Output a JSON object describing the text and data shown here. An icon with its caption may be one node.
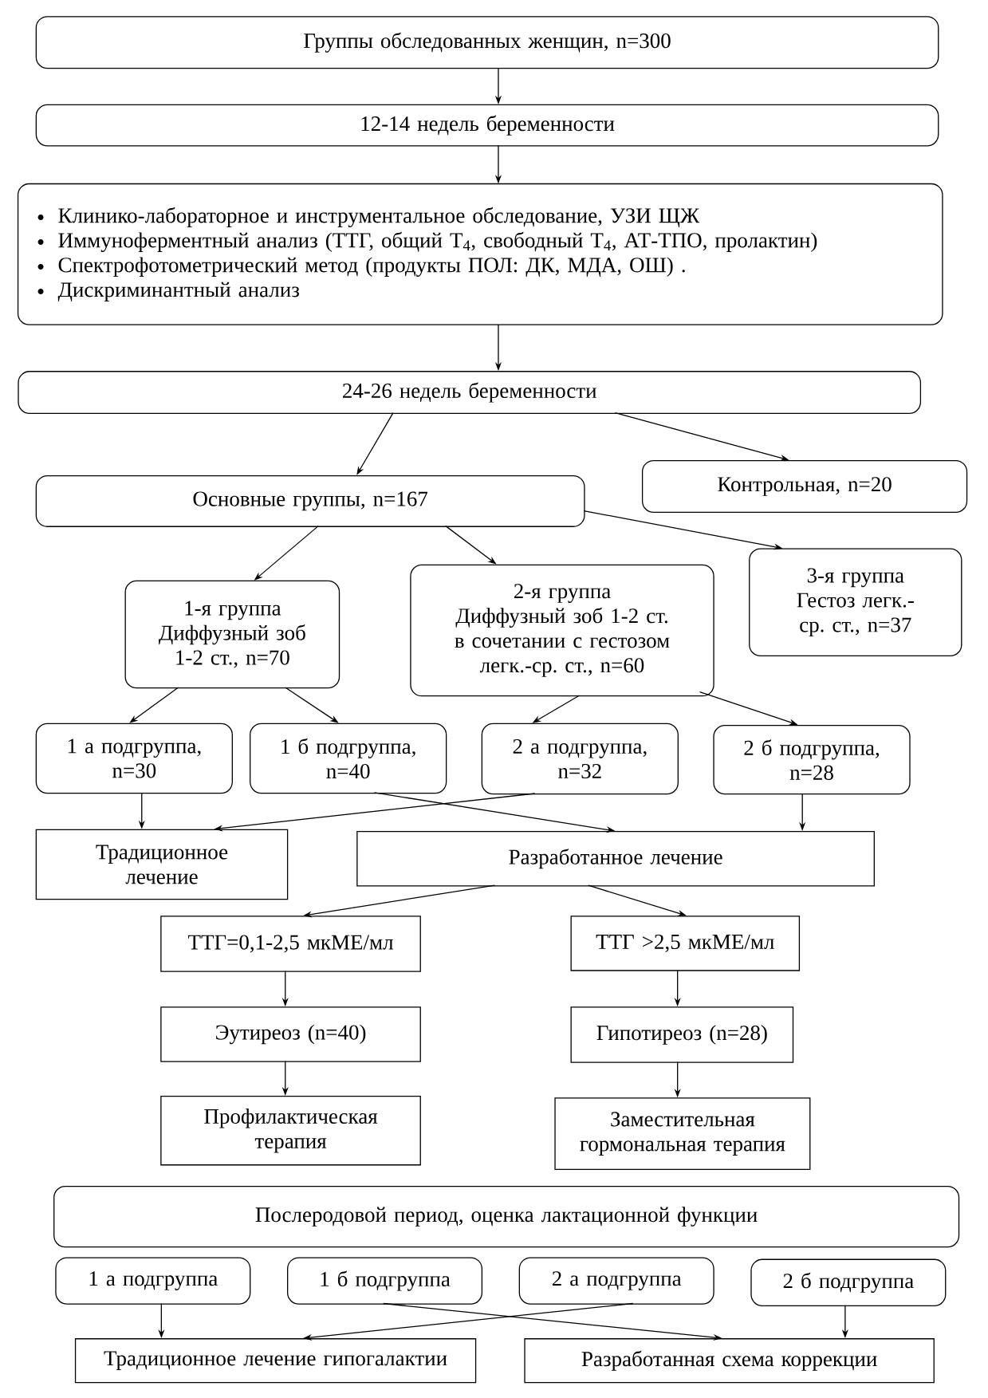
{
  "diagram": {
    "nodes": [
      {
        "text": [
          "Группы обследованных женщин, n=300"
        ]
      },
      {
        "text": [
          "12-14 недель беременности"
        ]
      },
      {
        "text": [
          "Клинико-лабораторное и инструментальное обследование, УЗИ ЩЖ",
          "Иммуноферментный анализ (ТТГ, общий Т$_{4}$, свободный Т$_{4}$, АТ-ТПО, пролактин)",
          "Спектрофотометрический метод (продукты ПОЛ: ДК, МДА, ОШ) .",
          "Дискриминантный анализ"
        ]
      },
      {
        "text": [
          "24-26 недель беременности"
        ]
      },
      {
        "text": [
          "Основные группы, n=167"
        ]
      },
      {
        "text": [
          "Контрольная, n=20"
        ]
      },
      {
        "text": [
          "1-я группа",
          "Диффузный зоб 1-2 ст., n=70"
        ]
      },
      {
        "text": [
          "2-я группа",
          "Диффузный зоб 1-2 ст. в сочетании с гестозом легк.-ср. ст., n=60"
        ]
      },
      {
        "text": [
          "3-я группа",
          "Гестоз легк.-ср. ст., n=37"
        ]
      },
      {
        "text": [
          "1 а подгруппа, n=30"
        ]
      },
      {
        "text": [
          "1 б подгруппа, n=40"
        ]
      },
      {
        "text": [
          "2 а подгруппа, n=32"
        ]
      },
      {
        "text": [
          "2 б подгруппа, n=28"
        ]
      },
      {
        "text": [
          "Традиционное лечение"
        ]
      },
      {
        "text": [
          "Разработанное лечение"
        ]
      },
      {
        "text": [
          "ТТГ=0,1-2,5 мкМЕ/мл"
        ]
      },
      {
        "text": [
          "ТТГ >2,5 мкМЕ/мл"
        ]
      },
      {
        "text": [
          "Эутиреоз (n=40)"
        ]
      },
      {
        "text": [
          "Гипотиреоз (n=28)"
        ]
      },
      {
        "text": [
          "Профилактическая терапия"
        ]
      },
      {
        "text": [
          "Заместительная гормональная терапия"
        ]
      },
      {
        "text": [
          "Послеродовой период, оценка лактационной функции"
        ]
      },
      {
        "text": [
          "1 а подгруппа"
        ]
      },
      {
        "text": [
          "1 б подгруппа"
        ]
      },
      {
        "text": [
          "2 а подгруппа"
        ]
      },
      {
        "text": [
          "2 б подгруппа"
        ]
      },
      {
        "text": [
          "Традиционное лечение гипогалактии"
        ]
      },
      {
        "text": [
          "Разработанная схема коррекции"
        ]
      }
    ],
    "edges": [
      {
        "from": 0,
        "to": 1,
        "arrow": "to"
      },
      {
        "from": 1,
        "to": 2,
        "arrow": "to"
      },
      {
        "from": 2,
        "to": 3,
        "arrow": "to"
      },
      {
        "from": 3,
        "to": 4,
        "arrow": "to"
      },
      {
        "from": 3,
        "to": 5,
        "arrow": "to"
      },
      {
        "from": 4,
        "to": 6,
        "arrow": "to"
      },
      {
        "from": 4,
        "to": 7,
        "arrow": "to"
      },
      {
        "from": 4,
        "to": 8,
        "arrow": "to"
      },
      {
        "from": 6,
        "to": 9,
        "arrow": "to"
      },
      {
        "from": 6,
        "to": 10,
        "arrow": "to"
      },
      {
        "from": 7,
        "to": 11,
        "arrow": "to"
      },
      {
        "from": 7,
        "to": 12,
        "arrow": "to"
      },
      {
        "from": 9,
        "to": 13,
        "arrow": "to"
      },
      {
        "from": 10,
        "to": 14,
        "arrow": "to"
      },
      {
        "from": 11,
        "to": 13,
        "arrow": "to"
      },
      {
        "from": 12,
        "to": 14,
        "arrow": "to"
      },
      {
        "from": 14,
        "to": 15,
        "arrow": "to"
      },
      {
        "from": 14,
        "to": 16,
        "arrow": "to"
      },
      {
        "from": 15,
        "to": 17,
        "arrow": "to"
      },
      {
        "from": 16,
        "to": 18,
        "arrow": "to"
      },
      {
        "from": 17,
        "to": 19,
        "arrow": "to"
      },
      {
        "from": 18,
        "to": 20,
        "arrow": "to"
      },
      {
        "from": 22,
        "to": 26,
        "arrow": "to"
      },
      {
        "from": 23,
        "to": 27,
        "arrow": "to"
      },
      {
        "from": 24,
        "to": 26,
        "arrow": "to"
      },
      {
        "from": 25,
        "to": 27,
        "arrow": "to"
      }
    ]
  }
}
